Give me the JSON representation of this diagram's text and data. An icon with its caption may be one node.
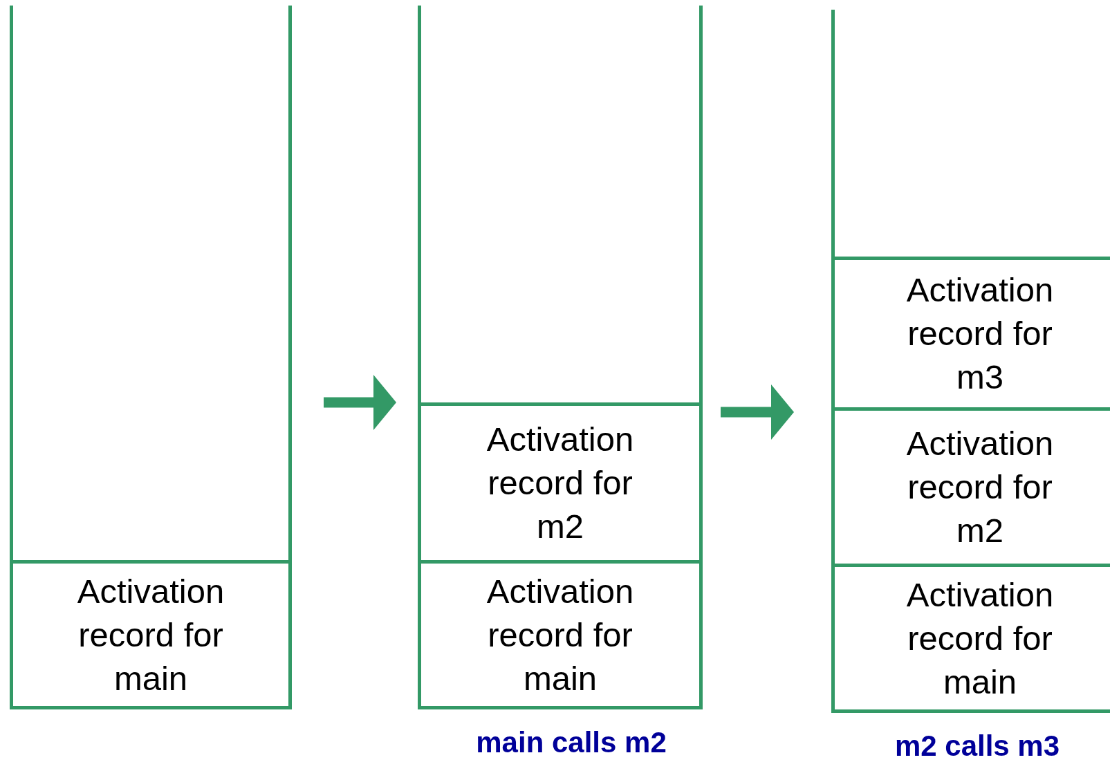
{
  "diagram": {
    "nodes": [
      {
        "text": [],
        "shape": "box"
      },
      {
        "text": [
          "Activation record for main"
        ],
        "in": 0
      },
      {
        "text": [],
        "shape": "box",
        "beside": [
          "main calls m2"
        ]
      },
      {
        "text": [
          "Activation record for m2"
        ],
        "in": 2
      },
      {
        "text": [
          "Activation record for main"
        ],
        "in": 2
      },
      {
        "text": [],
        "shape": "box",
        "beside": [
          "m2 calls m3"
        ]
      },
      {
        "text": [
          "Activation record for m3"
        ],
        "in": 5
      },
      {
        "text": [
          "Activation record for m2"
        ],
        "in": 5
      },
      {
        "text": [
          "Activation record for main"
        ],
        "in": 5
      }
    ],
    "edges": [
      {
        "from": 0,
        "to": 2,
        "arrow": "to"
      },
      {
        "from": 2,
        "to": 5,
        "arrow": "to"
      }
    ]
  }
}
